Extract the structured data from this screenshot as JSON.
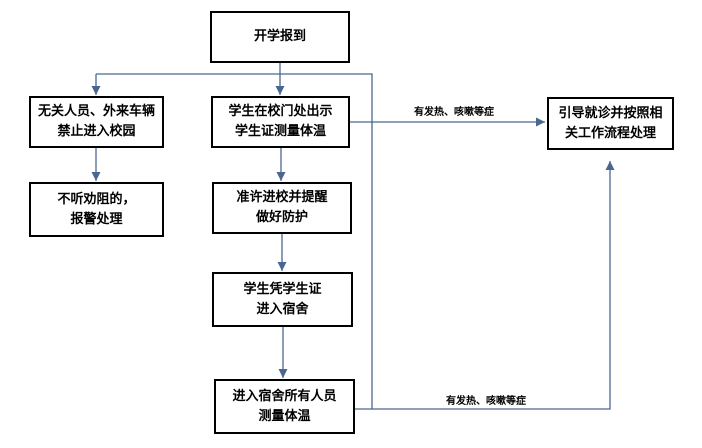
{
  "nodes": {
    "start": "开学报到",
    "outsiders": "无关人员、外来车辆\n禁止进入校园",
    "gate_check": "学生在校门处出示\n学生证测量体温",
    "referral": "引导就诊并按照相\n关工作流程处理",
    "refuse": "不听劝阻的，\n报警处理",
    "permit": "准许进校并提醒\n做好防护",
    "dorm_entry": "学生凭学生证\n进入宿舍",
    "dorm_check": "进入宿舍所有人员\n测量体温"
  },
  "edge_labels": {
    "fever_gate": "有发热、咳嗽等症",
    "fever_dorm": "有发热、咳嗽等症"
  },
  "colors": {
    "connector": "#4a6791",
    "box_border": "#000000"
  }
}
